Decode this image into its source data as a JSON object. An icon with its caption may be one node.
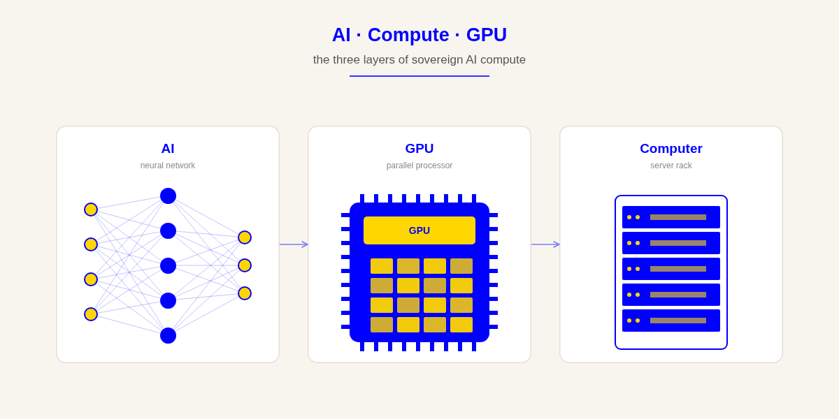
{
  "diagram": {
    "title": "AI · Compute · GPU",
    "nodes": [
      {
        "text": [
          "AI",
          "neural network"
        ]
      },
      {
        "text": [],
        "shape": "circle",
        "in": 0
      },
      {
        "text": [],
        "shape": "circle",
        "in": 0
      },
      {
        "text": [],
        "shape": "circle",
        "in": 0
      },
      {
        "text": [],
        "shape": "circle",
        "in": 0
      },
      {
        "text": [],
        "shape": "circle",
        "in": 0
      },
      {
        "text": [],
        "shape": "circle",
        "in": 0
      },
      {
        "text": [],
        "shape": "circle",
        "in": 0
      },
      {
        "text": [],
        "shape": "circle",
        "in": 0
      },
      {
        "text": [],
        "shape": "circle",
        "in": 0
      },
      {
        "text": [],
        "shape": "circle",
        "in": 0
      },
      {
        "text": [],
        "shape": "circle",
        "in": 0
      },
      {
        "text": [],
        "shape": "circle",
        "in": 0
      },
      {
        "text": [
          "GPU",
          "parallel processor"
        ]
      },
      {
        "text": [
          "GPU"
        ],
        "in": 13
      },
      {
        "text": [
          "Computer",
          "server rack"
        ]
      }
    ],
    "edges": [
      {
        "from": 0,
        "to": 13,
        "arrow": "to",
        "color": "#7b7bf5"
      },
      {
        "from": 13,
        "to": 15,
        "arrow": "to",
        "color": "#7b7bf5"
      },
      {
        "from": 1,
        "to": 5,
        "arrow": "none"
      },
      {
        "from": 1,
        "to": 6,
        "arrow": "none"
      },
      {
        "from": 1,
        "to": 7,
        "arrow": "none"
      },
      {
        "from": 1,
        "to": 8,
        "arrow": "none"
      },
      {
        "from": 1,
        "to": 9,
        "arrow": "none"
      },
      {
        "from": 2,
        "to": 5,
        "arrow": "none"
      },
      {
        "from": 2,
        "to": 6,
        "arrow": "none"
      },
      {
        "from": 2,
        "to": 7,
        "arrow": "none"
      },
      {
        "from": 2,
        "to": 8,
        "arrow": "none"
      },
      {
        "from": 2,
        "to": 9,
        "arrow": "none"
      },
      {
        "from": 3,
        "to": 5,
        "arrow": "none"
      },
      {
        "from": 3,
        "to": 6,
        "arrow": "none"
      },
      {
        "from": 3,
        "to": 7,
        "arrow": "none"
      },
      {
        "from": 3,
        "to": 8,
        "arrow": "none"
      },
      {
        "from": 3,
        "to": 9,
        "arrow": "none"
      },
      {
        "from": 4,
        "to": 5,
        "arrow": "none"
      },
      {
        "from": 4,
        "to": 6,
        "arrow": "none"
      },
      {
        "from": 4,
        "to": 7,
        "arrow": "none"
      },
      {
        "from": 4,
        "to": 8,
        "arrow": "none"
      },
      {
        "from": 4,
        "to": 9,
        "arrow": "none"
      },
      {
        "from": 5,
        "to": 10,
        "arrow": "none"
      },
      {
        "from": 5,
        "to": 11,
        "arrow": "none"
      },
      {
        "from": 5,
        "to": 12,
        "arrow": "none"
      },
      {
        "from": 6,
        "to": 10,
        "arrow": "none"
      },
      {
        "from": 6,
        "to": 11,
        "arrow": "none"
      },
      {
        "from": 6,
        "to": 12,
        "arrow": "none"
      },
      {
        "from": 7,
        "to": 10,
        "arrow": "none"
      },
      {
        "from": 7,
        "to": 11,
        "arrow": "none"
      },
      {
        "from": 7,
        "to": 12,
        "arrow": "none"
      },
      {
        "from": 8,
        "to": 10,
        "arrow": "none"
      },
      {
        "from": 8,
        "to": 11,
        "arrow": "none"
      },
      {
        "from": 8,
        "to": 12,
        "arrow": "none"
      },
      {
        "from": 9,
        "to": 10,
        "arrow": "none"
      },
      {
        "from": 9,
        "to": 11,
        "arrow": "none"
      },
      {
        "from": 9,
        "to": 12,
        "arrow": "none"
      }
    ],
    "labels": [
      "the three layers of sovereign AI compute"
    ]
  }
}
